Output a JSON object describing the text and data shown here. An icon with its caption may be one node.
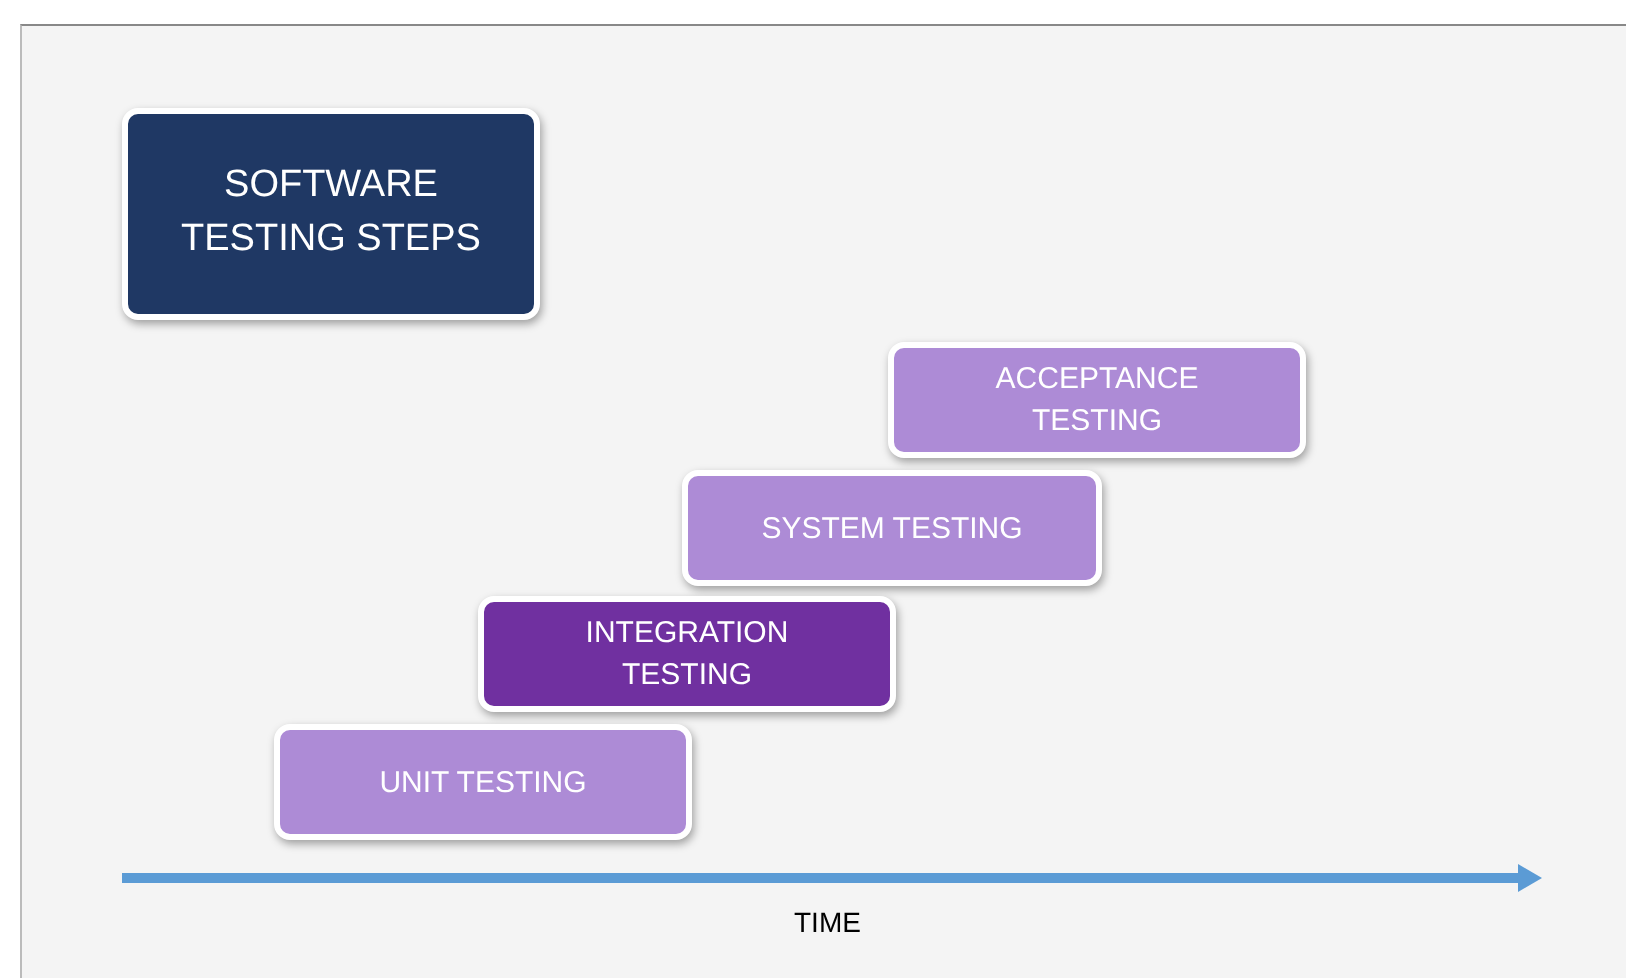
{
  "diagram": {
    "nodes": [
      {
        "text": [
          "SOFTWARE TESTING STEPS"
        ]
      },
      {
        "text": [
          "ACCEPTANCE TESTING"
        ]
      },
      {
        "text": [
          "SYSTEM TESTING"
        ]
      },
      {
        "text": [
          "INTEGRATION TESTING"
        ]
      },
      {
        "text": [
          "UNIT TESTING"
        ]
      }
    ],
    "edges": [],
    "labels": [
      "TIME"
    ]
  }
}
